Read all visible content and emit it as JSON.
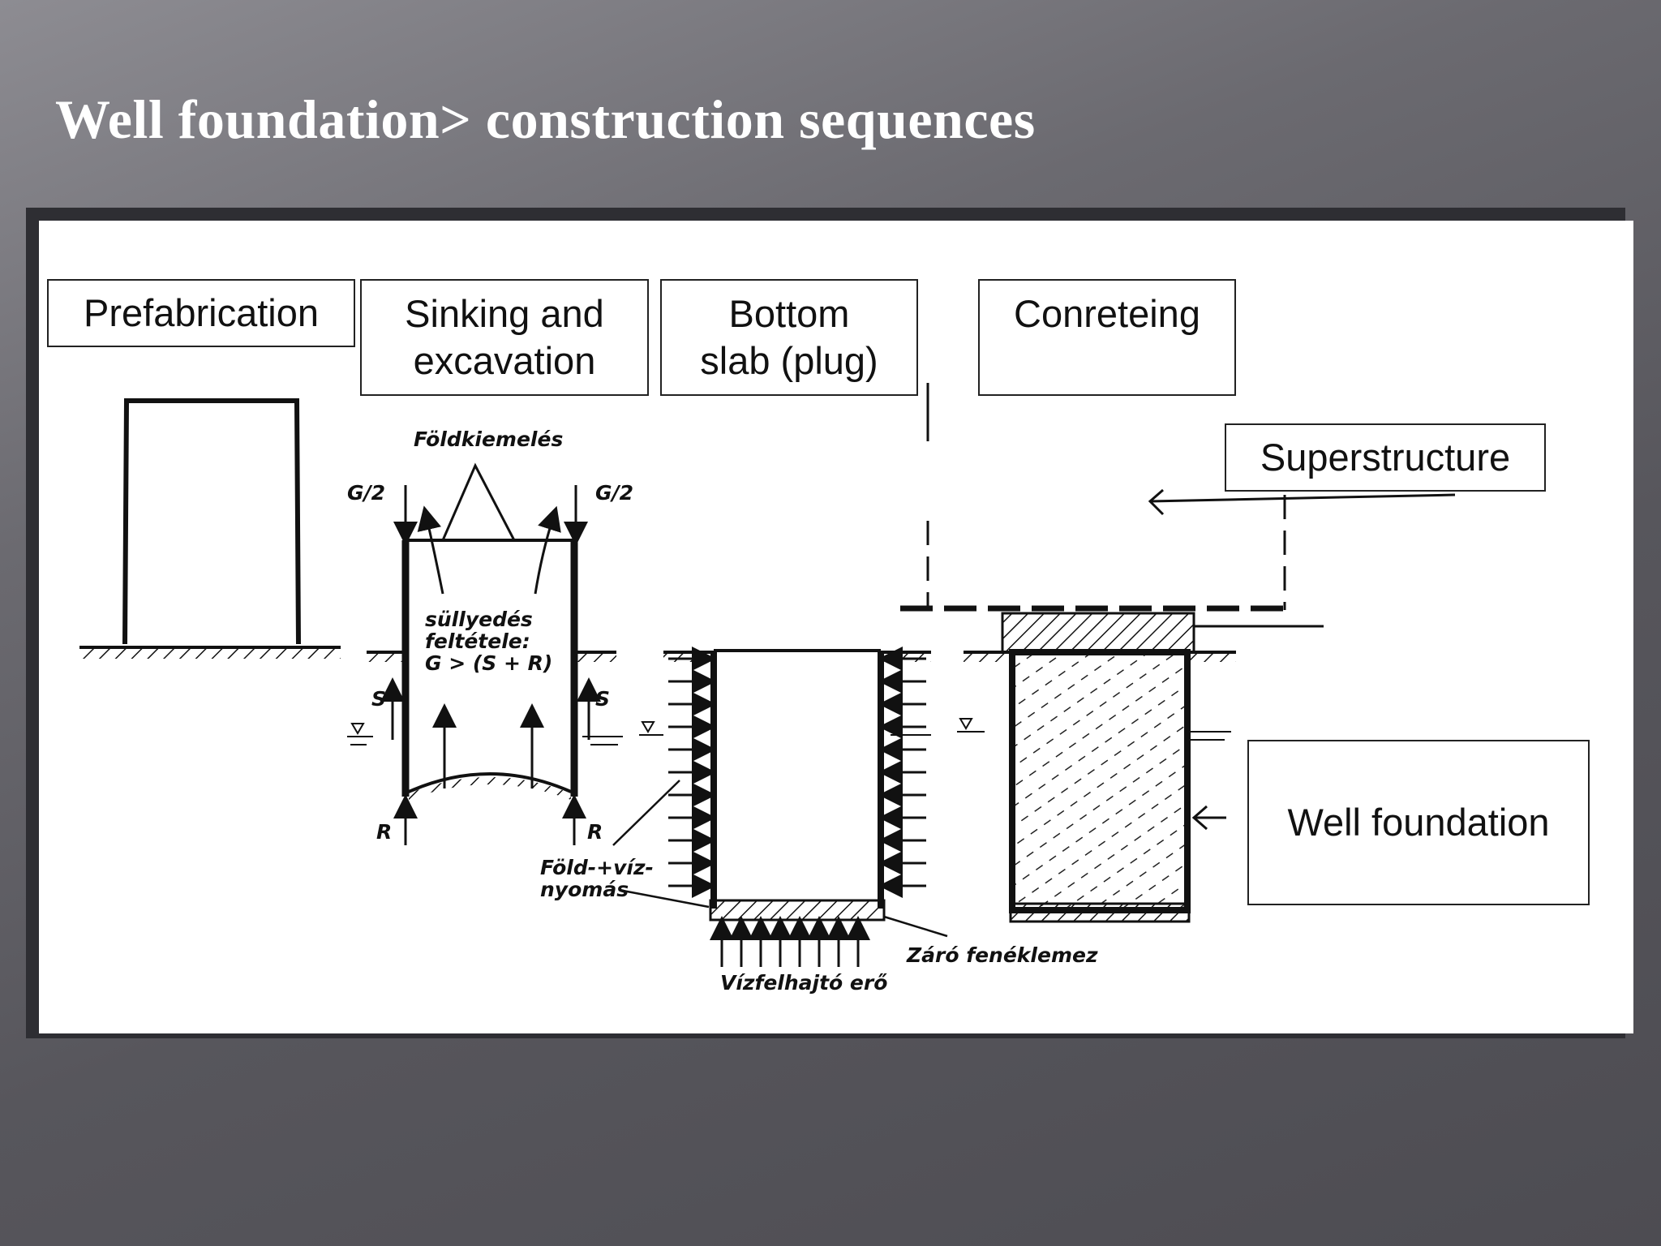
{
  "slide": {
    "title": "Well foundation> construction sequences"
  },
  "stages": {
    "prefabrication": "Prefabrication",
    "sinking": "Sinking and\nexcavation",
    "bottom_slab": "Bottom\nslab (plug)",
    "concreting": "Conreteing",
    "superstructure": "Superstructure",
    "well_foundation": "Well foundation"
  },
  "annotations": {
    "excavation": "Földkiemelés",
    "load_left": "G/2",
    "load_right": "G/2",
    "sinking_condition": "süllyedés\nfeltétele:\nG > (S + R)",
    "friction_left": "S",
    "friction_right": "S",
    "reaction_left": "R",
    "reaction_right": "R",
    "earth_water_pressure": "Föld-+víz-\nnyomás",
    "closing_slab": "Záró fenéklemez",
    "uplift_force": "Vízfelhajtó erő"
  },
  "colors": {
    "title": "#ffffff",
    "frame": "#2e2e33",
    "panel": "#ffffff",
    "ink": "#111111"
  }
}
